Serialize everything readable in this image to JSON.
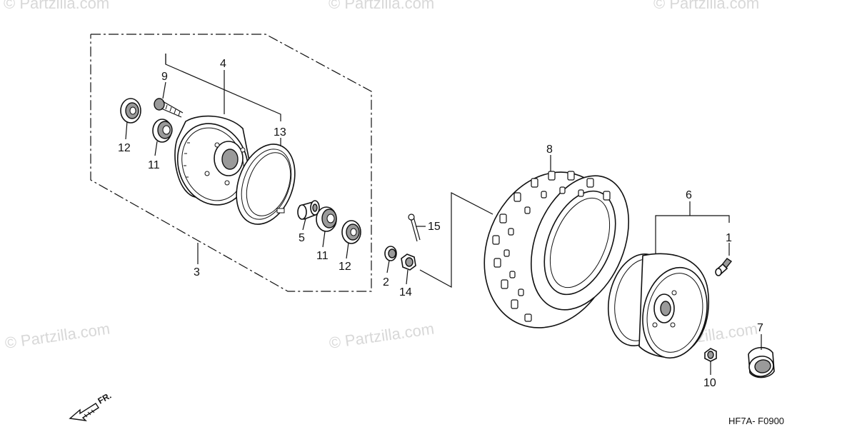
{
  "watermarks": [
    "© Partzilla.com",
    "© Partzilla.com",
    "© Partzilla.com",
    "© Partzilla.com",
    "© Partzilla.com",
    "© Partzilla.com"
  ],
  "callouts": {
    "p1": "1",
    "p2": "2",
    "p3": "3",
    "p4": "4",
    "p5": "5",
    "p6": "6",
    "p7": "7",
    "p8": "8",
    "p9": "9",
    "p10": "10",
    "p11a": "11",
    "p11b": "11",
    "p12a": "12",
    "p12b": "12",
    "p13": "13",
    "p14": "14",
    "p15": "15"
  },
  "front_indicator": "FR.",
  "diagram_code": "HF7A- F0900"
}
